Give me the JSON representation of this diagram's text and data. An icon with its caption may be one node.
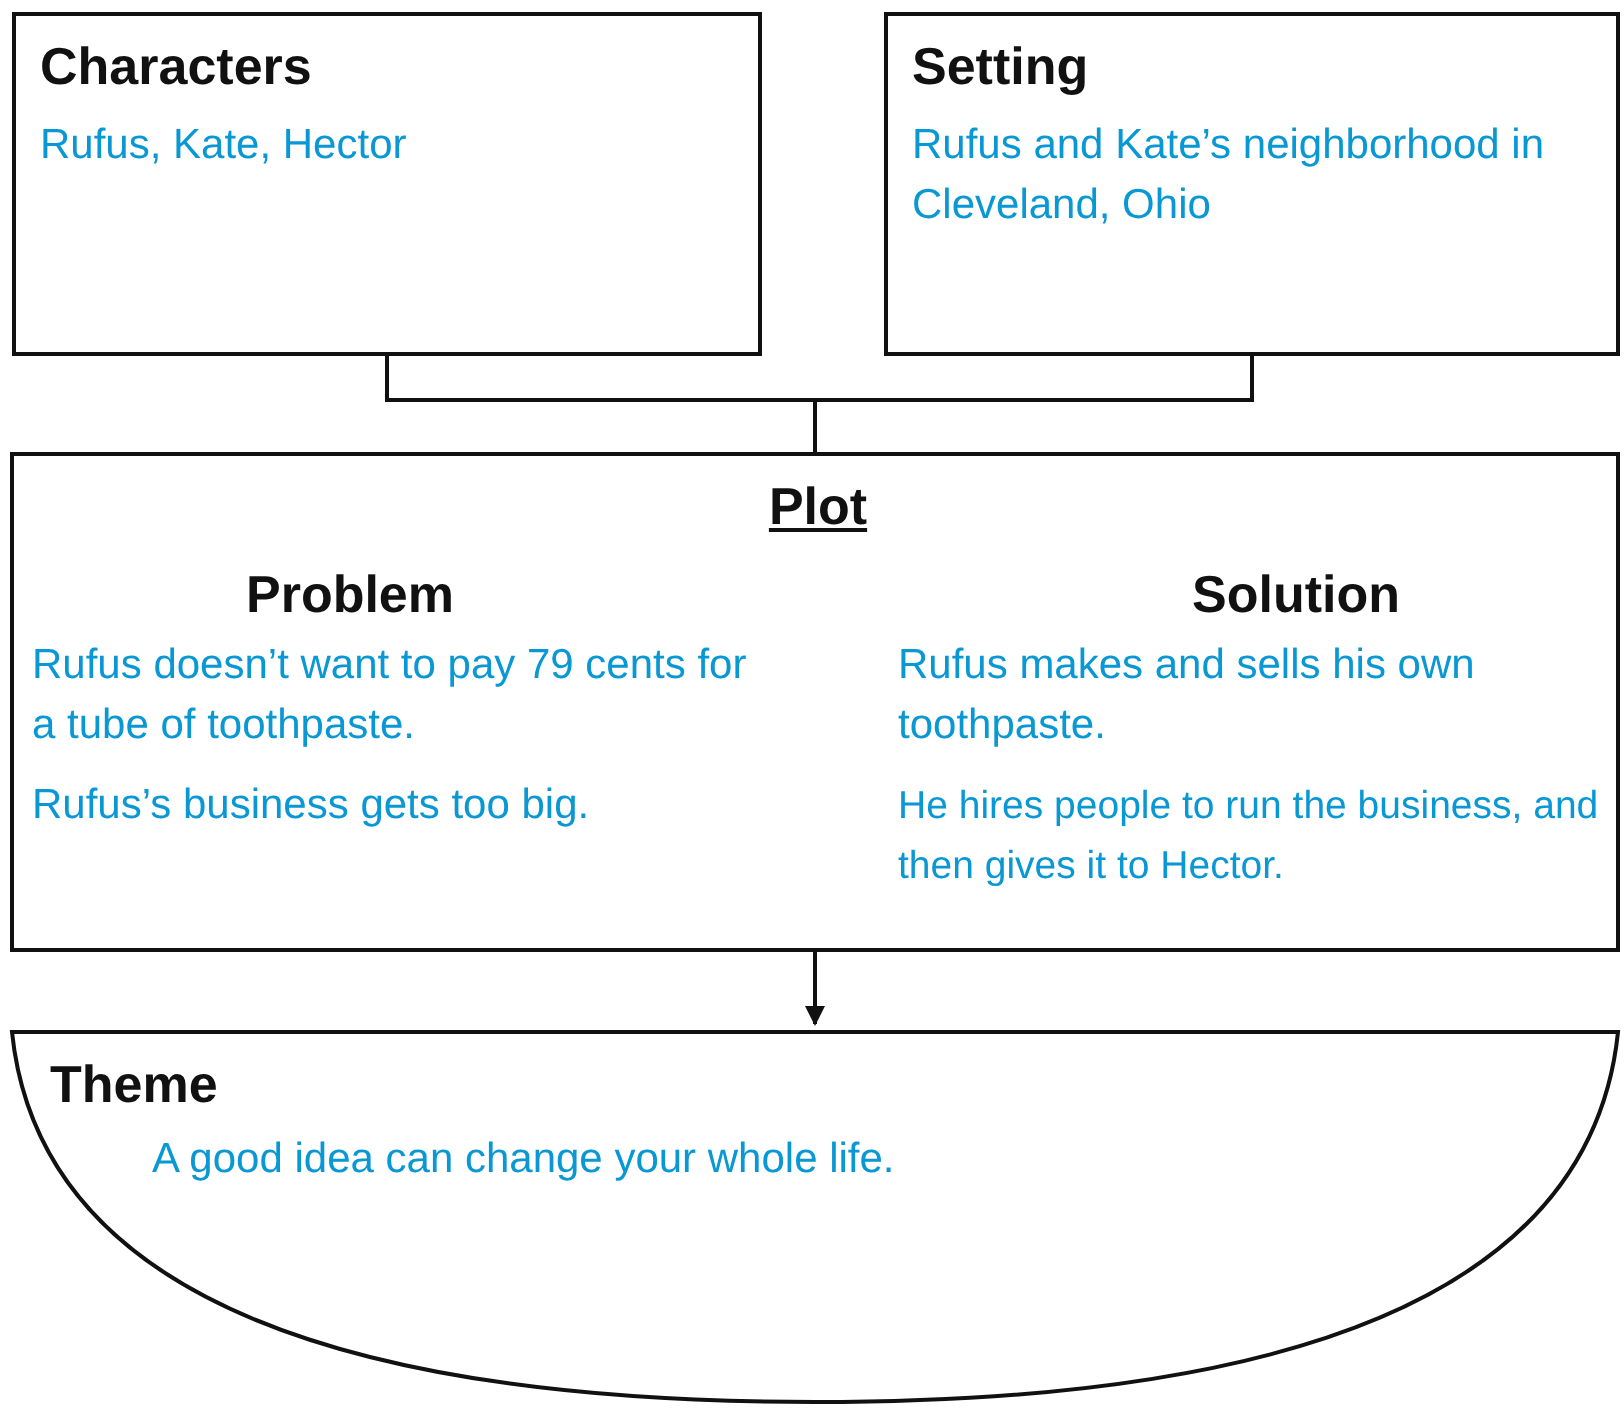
{
  "diagram": {
    "nodes": [
      {
        "text": [
          "Characters",
          "Rufus, Kate, Hector"
        ]
      },
      {
        "text": [
          "Setting",
          "Rufus and Kate’s neighborhood in Cleveland, Ohio"
        ]
      },
      {
        "text": [
          "Plot",
          "Problem",
          "Rufus doesn’t want to pay 79 cents for a tube of toothpaste.",
          "Rufus’s business gets too big.",
          "Solution",
          "Rufus makes and sells his own toothpaste.",
          "He hires people to run the business, and then gives it to Hector."
        ]
      },
      {
        "text": [
          "Theme",
          "A good idea can change your whole life."
        ]
      }
    ],
    "edges": [
      {
        "from": 0,
        "to": 2,
        "arrow": "none"
      },
      {
        "from": 1,
        "to": 2,
        "arrow": "none"
      },
      {
        "from": 2,
        "to": 3,
        "arrow": "to"
      }
    ]
  }
}
